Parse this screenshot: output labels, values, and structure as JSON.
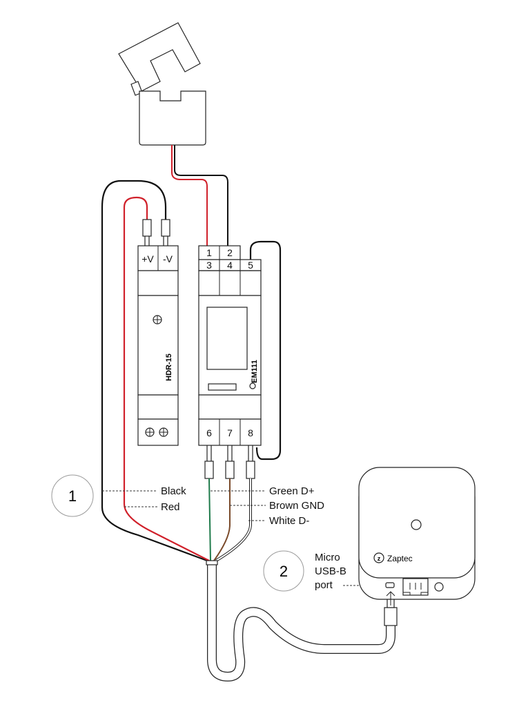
{
  "colors": {
    "black_wire": "#111111",
    "red_wire": "#d0202a",
    "green_wire": "#1e7a4a",
    "brown_wire": "#7a4a2a",
    "white_wire": "#ffffff",
    "outline": "#222222"
  },
  "power_supply": {
    "model": "HDR-15",
    "terminals": [
      "+V",
      "-V"
    ]
  },
  "meter": {
    "model": "EM111",
    "top_terminals": [
      "1",
      "2",
      "3",
      "4",
      "5"
    ],
    "bottom_terminals": [
      "6",
      "7",
      "8"
    ]
  },
  "callouts": [
    {
      "number": "1",
      "labels": [
        "Black",
        "Red"
      ]
    },
    {
      "number": "2",
      "labels": [
        "Micro",
        "USB-B",
        "port"
      ]
    }
  ],
  "wire_labels": [
    "Green D+",
    "Brown GND",
    "White D-"
  ],
  "device": {
    "brand": "Zaptec",
    "logo_letter": "z"
  }
}
